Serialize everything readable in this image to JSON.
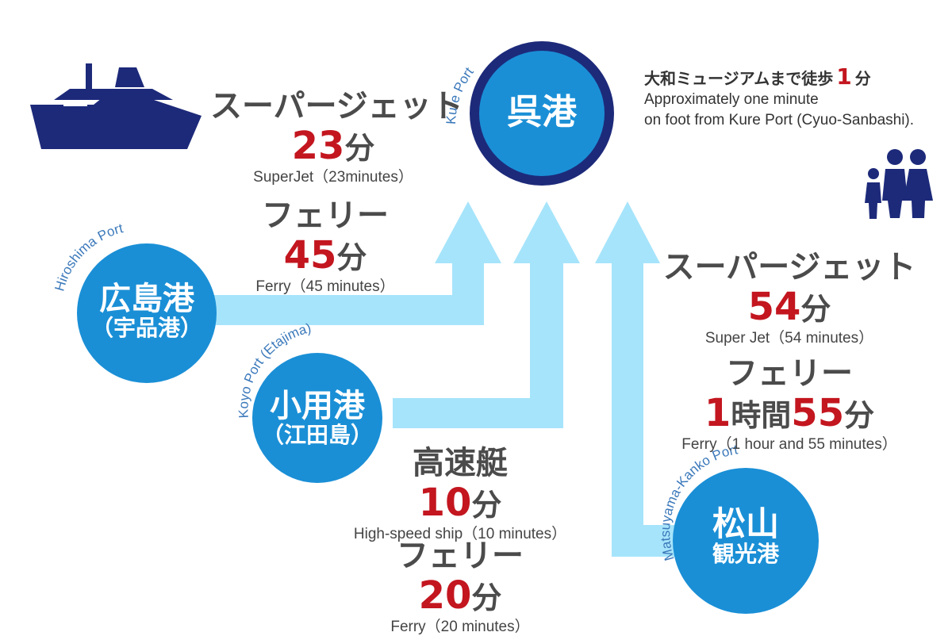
{
  "ports": {
    "kure": {
      "name_en": "Kure Port",
      "name_ja": "呉港"
    },
    "hiroshima": {
      "name_en": "Hiroshima Port",
      "name_ja": "広島港",
      "sub_ja": "（宇品港）"
    },
    "koyo": {
      "name_en": "Koyo Port (Etajima)",
      "name_ja": "小用港",
      "sub_ja": "（江田島）"
    },
    "matsuyama": {
      "name_en": "Matsuyama-Kanko Port",
      "name_ja": "松山",
      "sub_ja": "観光港"
    }
  },
  "routes": {
    "hiroshima_superjet": {
      "mode_ja": "スーパージェット",
      "num": "23",
      "unit": "分",
      "en": "SuperJet（23minutes）"
    },
    "hiroshima_ferry": {
      "mode_ja": "フェリー",
      "num": "45",
      "unit": "分",
      "en": "Ferry（45 minutes）"
    },
    "koyo_highspeed": {
      "mode_ja": "高速艇",
      "num": "10",
      "unit": "分",
      "en": "High-speed ship（10 minutes）"
    },
    "koyo_ferry": {
      "mode_ja": "フェリー",
      "num": "20",
      "unit": "分",
      "en": "Ferry（20 minutes）"
    },
    "matsuyama_superjet": {
      "mode_ja": "スーパージェット",
      "num": "54",
      "unit": "分",
      "en": "Super Jet（54 minutes）"
    },
    "matsuyama_ferry": {
      "mode_ja": "フェリー",
      "num1": "1",
      "mid": "時間",
      "num2": "55",
      "unit": "分",
      "en": "Ferry（1 hour and 55 minutes）"
    }
  },
  "walk": {
    "ja_text": "大和ミュージアムまで徒歩",
    "ja_num": "1",
    "ja_unit": "分",
    "en_line1": "Approximately one minute",
    "en_line2": "on foot from Kure Port (Cyuo-Sanbashi)."
  },
  "icons": {
    "ship": "ship-icon",
    "family": "family-icon"
  },
  "colors": {
    "port_fill": "#1a8fd6",
    "kure_ring": "#1d2a7a",
    "arrow": "#a6e4fb",
    "icon_navy": "#1d2a7a",
    "time_red": "#c3161f",
    "text_gray": "#4b4b4b"
  }
}
